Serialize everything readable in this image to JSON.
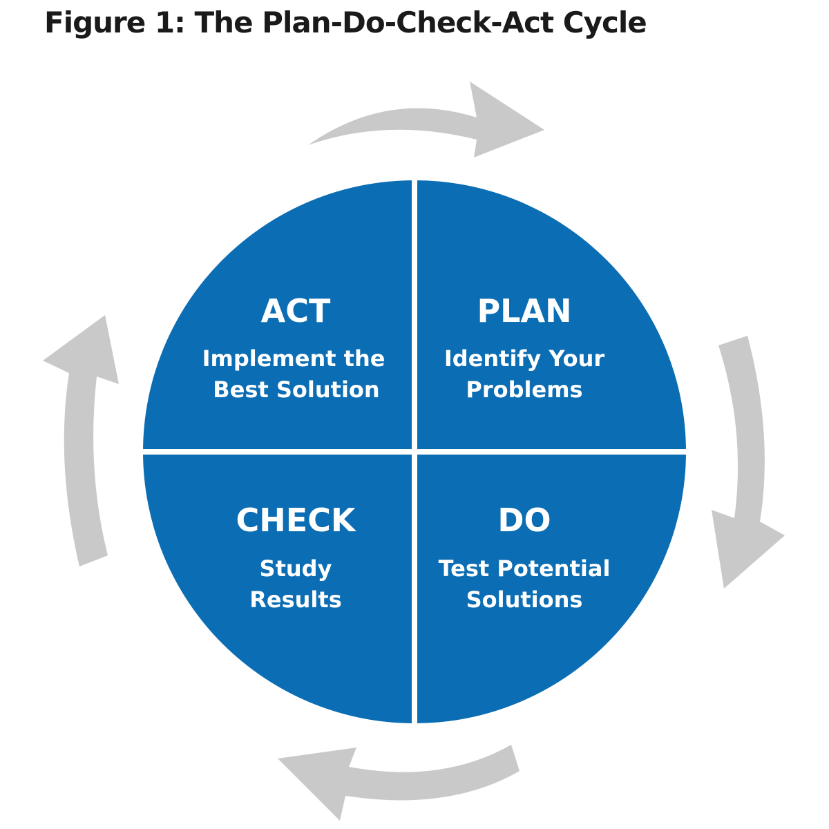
{
  "title": "Figure 1: The Plan-Do-Check-Act Cycle",
  "colors": {
    "circle": "#0b6db3",
    "arrow": "#c9c9c9",
    "divider": "#ffffff",
    "text_on_circle": "#ffffff",
    "title": "#1a1a1a"
  },
  "quadrants": {
    "act": {
      "heading": "ACT",
      "line1": "Implement the",
      "line2": "Best Solution"
    },
    "plan": {
      "heading": "PLAN",
      "line1": "Identify Your",
      "line2": "Problems"
    },
    "check": {
      "heading": "CHECK",
      "line1": "Study",
      "line2": "Results"
    },
    "do": {
      "heading": "DO",
      "line1": "Test Potential",
      "line2": "Solutions"
    }
  },
  "arrows": [
    {
      "id": "top",
      "direction": "clockwise",
      "icon": "curved-arrow-right-icon"
    },
    {
      "id": "right",
      "direction": "clockwise",
      "icon": "curved-arrow-down-icon"
    },
    {
      "id": "bottom",
      "direction": "clockwise",
      "icon": "curved-arrow-left-icon"
    },
    {
      "id": "left",
      "direction": "clockwise",
      "icon": "curved-arrow-up-icon"
    }
  ]
}
